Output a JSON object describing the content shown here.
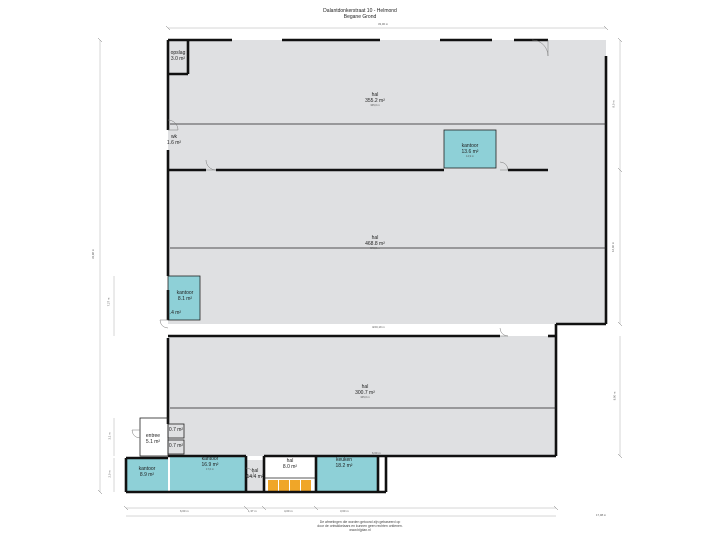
{
  "header": {
    "address": "Dalantdonkerstraat 10 - Helmond",
    "floor": "Begane Grond"
  },
  "rooms": [
    {
      "id": "opslag",
      "name": "opslag",
      "area": "3.0 m²"
    },
    {
      "id": "hal-top",
      "name": "hal",
      "area": "355.2 m²",
      "perimeter": "345,0 m"
    },
    {
      "id": "wk",
      "name": "wk",
      "area": "1.6 m²"
    },
    {
      "id": "kantoor-top",
      "name": "kantoor",
      "area": "13.6 m²",
      "perimeter": "14,9 m"
    },
    {
      "id": "hal-middle",
      "name": "hal",
      "area": "468.8 m²",
      "perimeter": "540,0 m"
    },
    {
      "id": "kantoor-left",
      "name": "kantoor",
      "area": "8.1 m²"
    },
    {
      "id": "small-left",
      "name": "",
      "area": "1.4 m²"
    },
    {
      "id": "hal-bottom",
      "name": "hal",
      "area": "300.7 m²",
      "perimeter": "345,0 m"
    },
    {
      "id": "entree",
      "name": "entree",
      "area": "5.1 m²"
    },
    {
      "id": "small-07a",
      "name": "",
      "area": "0.7 m²"
    },
    {
      "id": "small-07b",
      "name": "",
      "area": "0.7 m²"
    },
    {
      "id": "kantoor-bl",
      "name": "kantoor",
      "area": "8.9 m²"
    },
    {
      "id": "kantoor-bm",
      "name": "kantoor",
      "area": "16.9 m²",
      "perimeter": "17,0 m"
    },
    {
      "id": "hal-small",
      "name": "hal",
      "area": "14.4 m²"
    },
    {
      "id": "hal-entry",
      "name": "hal",
      "area": "8.0 m²"
    },
    {
      "id": "keuken",
      "name": "keuken",
      "area": "18.2 m²"
    }
  ],
  "dimensions": {
    "top": "33,00 m",
    "right_1": "8,0 m",
    "right_2": "12,06 m",
    "right_3": "8,90 m",
    "left_total": "33,98 m",
    "left_mid": "7,27 m",
    "left_small_1": "3,1 m",
    "left_small_2": "2,0 m",
    "bottom_1": "6,60 m",
    "bottom_2": "1,37 m",
    "bottom_3": "4,00 m",
    "bottom_4": "3,60 m",
    "bottom_total": "17,08 m",
    "mid_line": "Ж±0,19 m",
    "bottom_line": "6,60 m"
  },
  "footer": {
    "line1": "De afmetingen die worden getoond zijn gebaseerd op ",
    "line2": "door de ontwikkelaars en kunnen geen rechten ontlenen.",
    "line3": "www.bijplan.nl"
  },
  "colors": {
    "room_fill": "#dfe0e2",
    "office_fill": "#8ed0d7",
    "wall": "#111111",
    "orange": "#f0a628"
  }
}
